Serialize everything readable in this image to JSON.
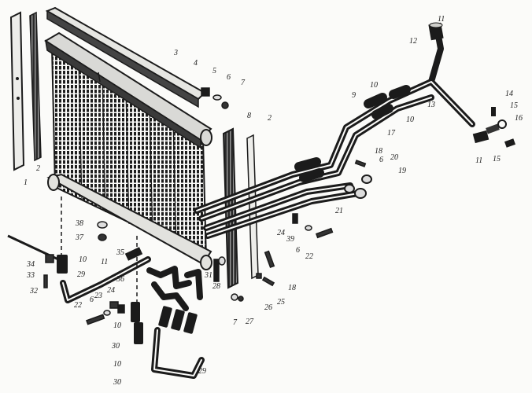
{
  "callouts": [
    "1",
    "2",
    "2",
    "3",
    "4",
    "5",
    "6",
    "7",
    "8",
    "9",
    "10",
    "10",
    "10",
    "10",
    "10",
    "11",
    "11",
    "11",
    "12",
    "13",
    "14",
    "15",
    "15",
    "16",
    "17",
    "18",
    "18",
    "19",
    "20",
    "21",
    "22",
    "22",
    "23",
    "24",
    "24",
    "25",
    "26",
    "27",
    "28",
    "29",
    "29",
    "30",
    "30",
    "31",
    "32",
    "33",
    "34",
    "35",
    "36",
    "37",
    "38",
    "39",
    "6",
    "6",
    "6",
    "7"
  ],
  "colors": {
    "ink": "#1b1b1b",
    "paper": "#fbfbf9"
  }
}
